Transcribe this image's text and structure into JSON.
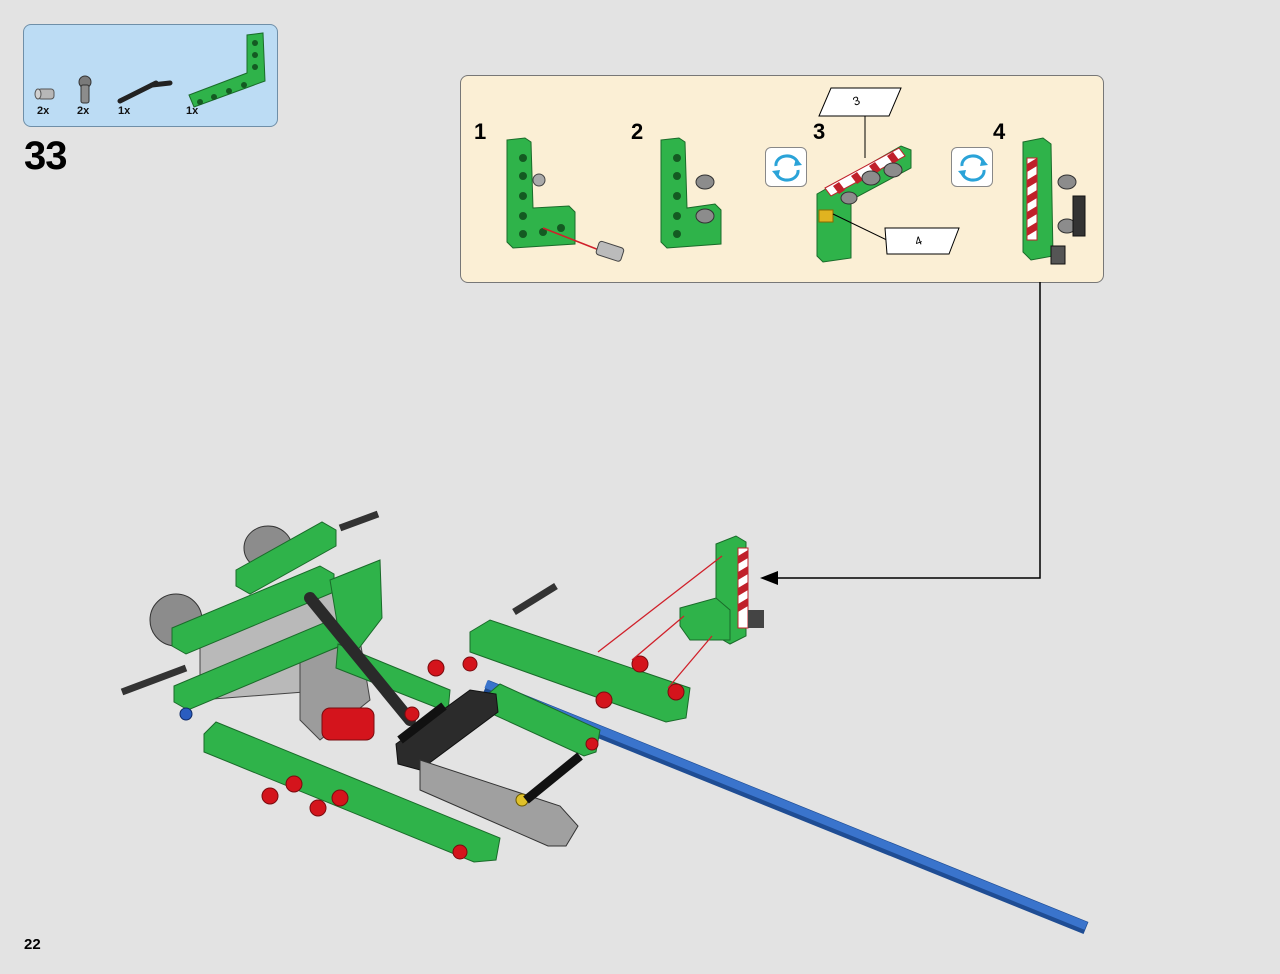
{
  "step": {
    "number": "33"
  },
  "parts_list": [
    {
      "part": "axle-pin-light-gray",
      "quantity": "2x"
    },
    {
      "part": "pin-with-towball-dark-gray",
      "quantity": "2x"
    },
    {
      "part": "axle-black",
      "quantity": "1x"
    },
    {
      "part": "l-beam-green",
      "quantity": "1x"
    }
  ],
  "sub_steps": [
    {
      "number": "1"
    },
    {
      "number": "2"
    },
    {
      "number": "3"
    },
    {
      "number": "4"
    }
  ],
  "stickers": [
    {
      "label": "3"
    },
    {
      "label": "4"
    }
  ],
  "page": {
    "number": "22"
  },
  "colors": {
    "background": "#e3e3e3",
    "parts_box": "#bcdcf4",
    "substep_box": "#fbefd5",
    "beam_green": "#2fb34a",
    "pin_red": "#d4141c",
    "axle_blue": "#2f64b8",
    "arrow_red": "#d0202a",
    "rotate_icon": "#2aa3d8"
  },
  "icons": [
    "rotate-model-icon",
    "callout-arrow-icon"
  ]
}
